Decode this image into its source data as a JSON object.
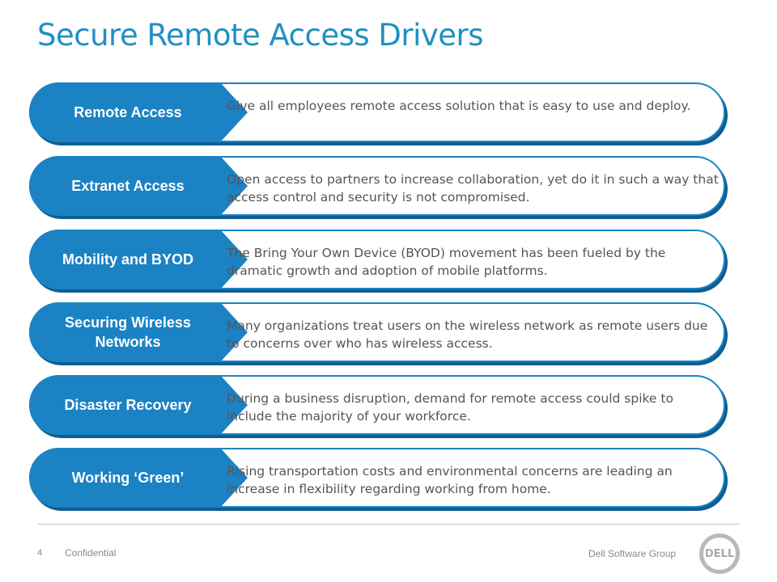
{
  "title": "Secure Remote Access Drivers",
  "rows": [
    {
      "label": "Remote Access",
      "text": "Give all employees remote access solution that is easy to use and deploy."
    },
    {
      "label": "Extranet Access",
      "text": "Open access to partners to increase collaboration, yet do it in such a way that access control and security is not compromised."
    },
    {
      "label": "Mobility and BYOD",
      "text": "The Bring Your Own Device (BYOD) movement has been fueled by the dramatic growth and adoption of mobile platforms."
    },
    {
      "label": "Securing Wireless Networks",
      "text": "Many organizations treat users on the wireless network as remote users due to concerns over who has wireless access."
    },
    {
      "label": "Disaster Recovery",
      "text": "During a business disruption, demand for remote access could spike to include the majority of your workforce."
    },
    {
      "label": "Working ‘Green’",
      "text": "Rising transportation costs and environmental concerns are leading an increase in flexibility regarding working from home."
    }
  ],
  "footer": {
    "page_number": "4",
    "confidential": "Confidential",
    "company": "Dell Software Group",
    "logo_text": "DELL"
  },
  "colors": {
    "title": "#1f8fc3",
    "badge": "#1b82c4",
    "shadow": "#0e5e93"
  }
}
